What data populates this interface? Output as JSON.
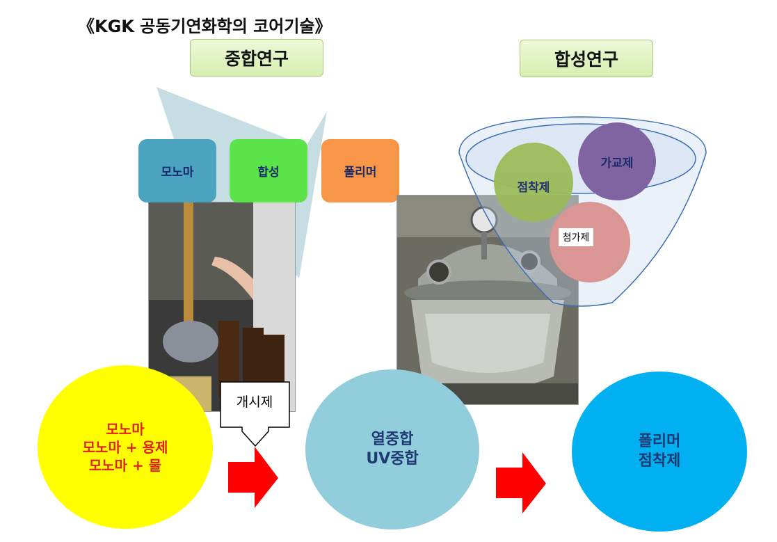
{
  "title": "《KGK 공동기연화학의 코어기술》",
  "sections": {
    "polymerization": "중합연구",
    "synthesis": "합성연구"
  },
  "process_boxes": [
    {
      "label": "모노마",
      "color": "#4aa3bf"
    },
    {
      "label": "합성",
      "color": "#5be34a"
    },
    {
      "label": "폴리머",
      "color": "#f79646"
    }
  ],
  "additives": {
    "adhesive": "점착제",
    "crosslinker": "가교제",
    "additive": "첨가제"
  },
  "initiator": "개시제",
  "flow": {
    "input_lines": [
      "모노마",
      "모노마 + 용제",
      "모노마 + 물"
    ],
    "method_lines": [
      "열중합",
      "UV중합"
    ],
    "output_lines": [
      "폴리머",
      "점착제"
    ]
  },
  "colors": {
    "input_circle": "#ffff00",
    "method_circle": "#92cddc",
    "output_circle": "#00b0f0",
    "arrow": "#ff0000",
    "input_text": "#e0221a",
    "dark_text": "#1f3a73"
  }
}
